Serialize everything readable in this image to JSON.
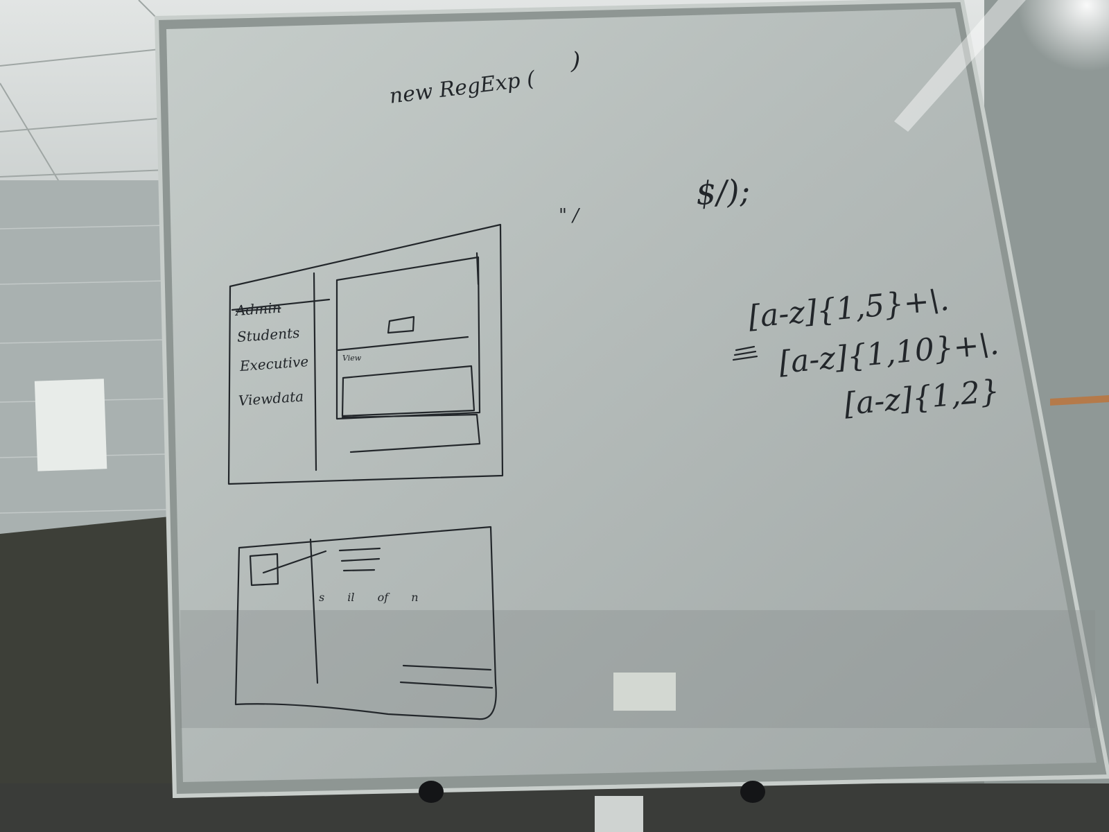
{
  "whiteboard": {
    "code": {
      "line1": "new RegExp (",
      "line1_end": ")",
      "line2": "$/);",
      "marks": "\" /"
    },
    "regex": {
      "line1": "[a-z]{1,5}+\\.",
      "line2": "[a-z]{1,10}+\\.",
      "line3": "[a-z]{1,2}"
    },
    "wireframe_top": {
      "sidebar_items": [
        "Admin",
        "Students",
        "Executive",
        "Viewdata"
      ],
      "view_label": "View"
    },
    "wireframe_bottom": {
      "text_fragments": "s  il  of  n"
    }
  }
}
